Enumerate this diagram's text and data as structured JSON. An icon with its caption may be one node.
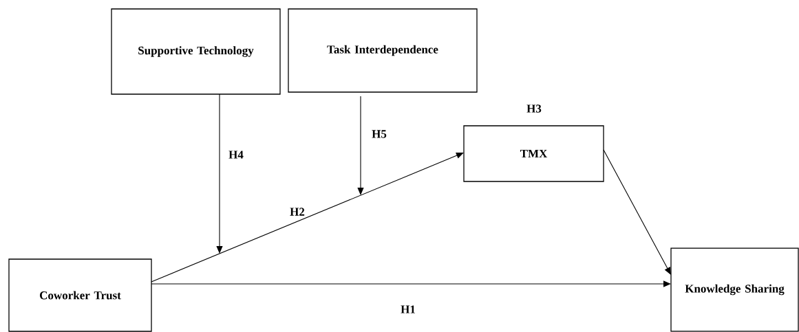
{
  "diagram": {
    "nodes": [
      {
        "text": [
          "Supportive Technology"
        ]
      },
      {
        "text": [
          "Task Interdependence"
        ]
      },
      {
        "text": [
          "TMX"
        ]
      },
      {
        "text": [
          "Coworker Trust"
        ]
      },
      {
        "text": [
          "Knowledge Sharing"
        ]
      }
    ],
    "edges": [
      {
        "from": 3,
        "to": 4,
        "arrow": "to",
        "label": "H1"
      },
      {
        "from": 3,
        "to": 2,
        "arrow": "to",
        "label": "H2"
      },
      {
        "from": 2,
        "to": 4,
        "arrow": "to"
      },
      {
        "from": 0,
        "to": null,
        "arrow": "to",
        "label": "H4"
      },
      {
        "from": 1,
        "to": null,
        "arrow": "to",
        "label": "H5"
      }
    ],
    "labels": [
      "H3"
    ]
  }
}
